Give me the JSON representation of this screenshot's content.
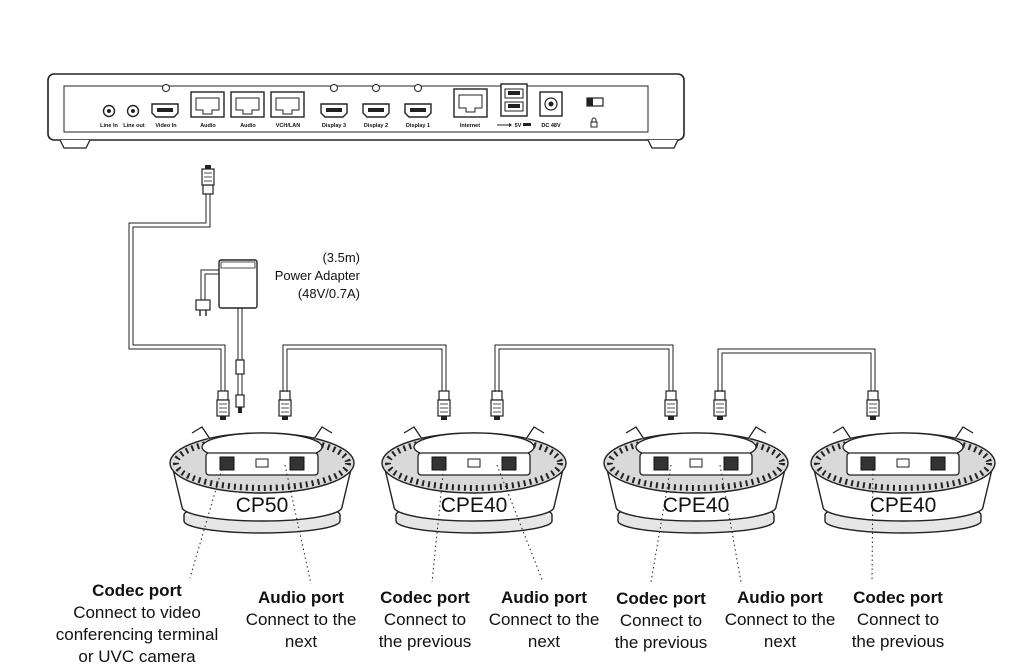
{
  "hub": {
    "ports": [
      "Line In",
      "Line out",
      "Video In",
      "Audio",
      "Audio",
      "VCH/LAN",
      "Display 3",
      "Display 2",
      "Display 1",
      "Internet",
      "5V",
      "DC 48V"
    ]
  },
  "adapter": {
    "length": "(3.5m)",
    "name": "Power Adapter",
    "rating": "(48V/0.7A)"
  },
  "devices": [
    {
      "label": "CP50"
    },
    {
      "label": "CPE40"
    },
    {
      "label": "CPE40"
    },
    {
      "label": "CPE40"
    }
  ],
  "captions": [
    {
      "title": "Codec port",
      "lines": [
        "Connect to video",
        "conferencing terminal",
        "or UVC camera"
      ]
    },
    {
      "title": "Audio port",
      "lines": [
        "Connect to the",
        "next"
      ]
    },
    {
      "title": "Codec port",
      "lines": [
        "Connect to",
        "the previous"
      ]
    },
    {
      "title": "Audio port",
      "lines": [
        "Connect to the",
        "next"
      ]
    },
    {
      "title": "Codec port",
      "lines": [
        "Connect to",
        "the previous"
      ]
    },
    {
      "title": "Audio port",
      "lines": [
        "Connect to the",
        "next"
      ]
    },
    {
      "title": "Codec port",
      "lines": [
        "Connect to",
        "the previous"
      ]
    }
  ]
}
